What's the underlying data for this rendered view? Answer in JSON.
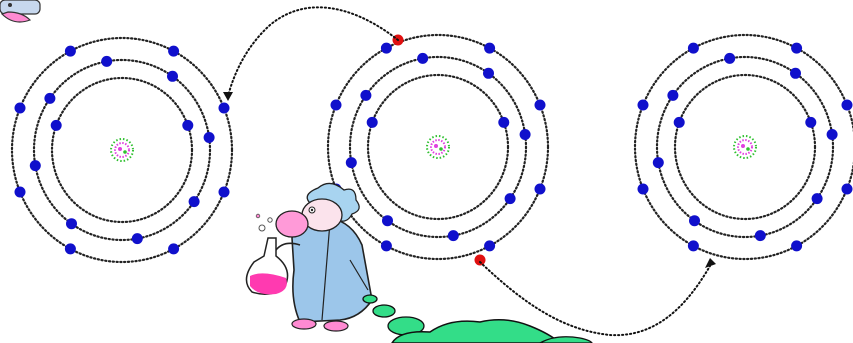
{
  "scene": {
    "atom_count": 3,
    "atoms": [
      {
        "shells": [
          {
            "electrons": 8
          },
          {
            "electrons": 8
          },
          {
            "electrons": 2
          }
        ]
      },
      {
        "shells": [
          {
            "electrons": 8
          },
          {
            "electrons": 8
          },
          {
            "electrons": 2
          }
        ]
      },
      {
        "shells": [
          {
            "electrons": 8
          },
          {
            "electrons": 8
          },
          {
            "electrons": 2
          }
        ]
      }
    ],
    "colors": {
      "orbit": "#222222",
      "electron": "#1010cc",
      "transfer_electron": "#e01010",
      "nucleus": "#e040e0",
      "nucleus_accent": "#30c030",
      "arrow": "#111111",
      "cloud_fill": "#33dd88",
      "cloud_stroke": "#111111",
      "scientist_coat": "#9cc6ea",
      "flask_liquid": "#ff3ab0",
      "nose": "#ff9ad8"
    },
    "icons": {
      "scientist": "scientist-with-flask",
      "corner_figure": "cartoon-figure-corner",
      "thought_cloud": "thought-bubble"
    }
  }
}
